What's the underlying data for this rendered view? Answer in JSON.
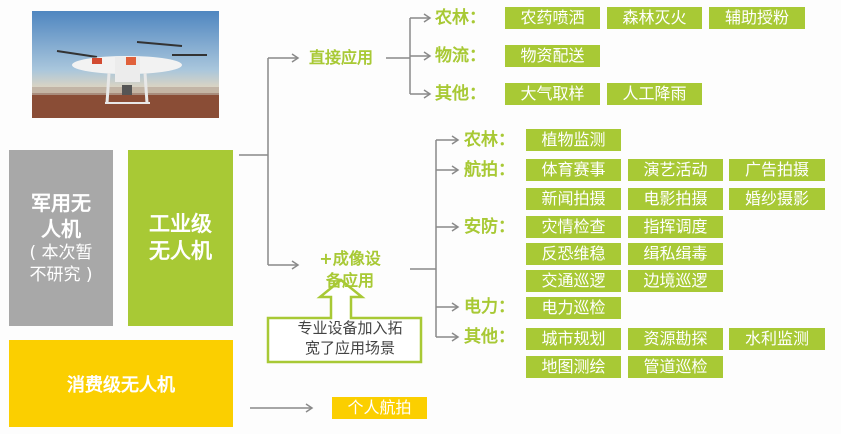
{
  "boxes": {
    "military_title": "军用无人机",
    "military_title_l1": "军用无",
    "military_title_l2": "人机",
    "military_note_l1": "( 本次暂",
    "military_note_l2": "不研究 )",
    "industrial_l1": "工业级",
    "industrial_l2": "无人机",
    "consumer": "消费级无人机"
  },
  "branches": {
    "direct": {
      "label": "直接应用",
      "categories": [
        {
          "label": "农林：",
          "tags": [
            "农药喷洒",
            "森林灭火",
            "辅助授粉"
          ]
        },
        {
          "label": "物流：",
          "tags": [
            "物资配送"
          ]
        },
        {
          "label": "其他：",
          "tags": [
            "大气取样",
            "人工降雨"
          ]
        }
      ]
    },
    "imaging": {
      "label_l1": "+成像设",
      "label_l2": "备应用",
      "note_l1": "专业设备加入拓",
      "note_l2": "宽了应用场景",
      "categories": [
        {
          "label": "农林：",
          "tags": [
            "植物监测"
          ]
        },
        {
          "label": "航拍：",
          "tags": [
            "体育赛事",
            "演艺活动",
            "广告拍摄",
            "新闻拍摄",
            "电影拍摄",
            "婚纱摄影"
          ]
        },
        {
          "label": "安防：",
          "tags": [
            "灾情检查",
            "指挥调度",
            "反恐维稳",
            "缉私缉毒",
            "交通巡逻",
            "边境巡逻"
          ]
        },
        {
          "label": "电力：",
          "tags": [
            "电力巡检"
          ]
        },
        {
          "label": "其他：",
          "tags": [
            "城市规划",
            "资源勘探",
            "水利监测",
            "地图测绘",
            "管道巡检"
          ]
        }
      ]
    },
    "consumer": {
      "tags": [
        "个人航拍"
      ]
    }
  },
  "colors": {
    "green": "#a8c935",
    "yellow": "#fbcf00",
    "gray": "#a8a8a8",
    "line": "#8a8a8a"
  }
}
